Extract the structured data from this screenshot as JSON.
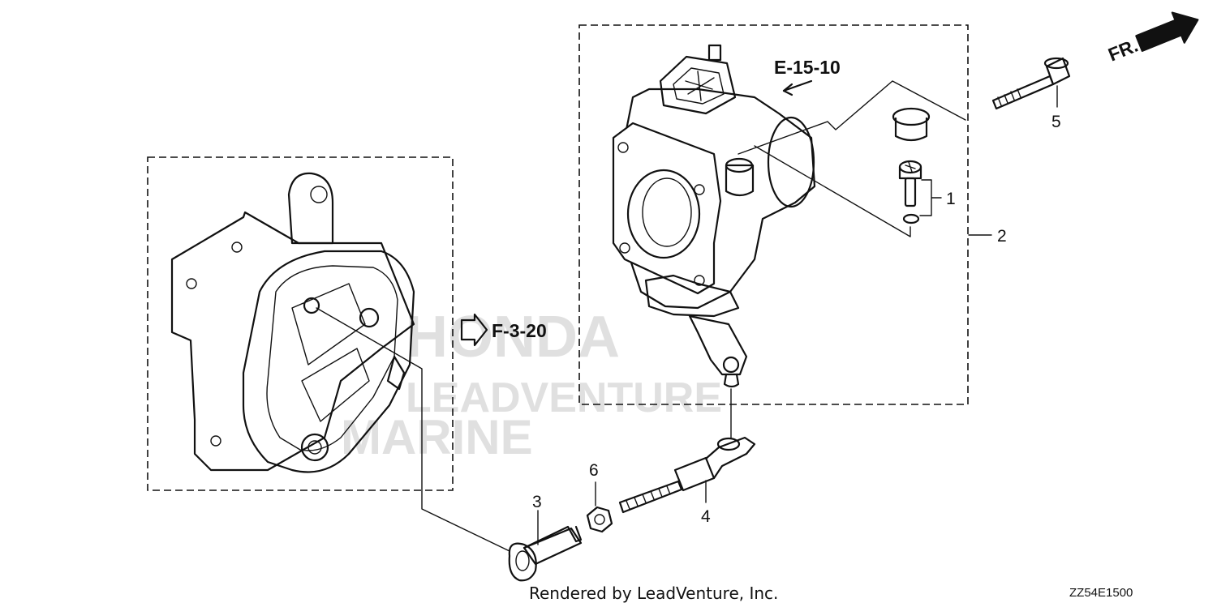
{
  "references": {
    "e": "E-15-10",
    "f": "F-3-20"
  },
  "front_marker": "FR.",
  "callouts": [
    "1",
    "2",
    "3",
    "4",
    "5",
    "6"
  ],
  "footer": {
    "credit": "Rendered by LeadVenture, Inc.",
    "diagram_code": "ZZ54E1500"
  },
  "watermark": {
    "line1": "HONDA",
    "line2": "LEADVENTURE",
    "line3": "MARINE"
  }
}
